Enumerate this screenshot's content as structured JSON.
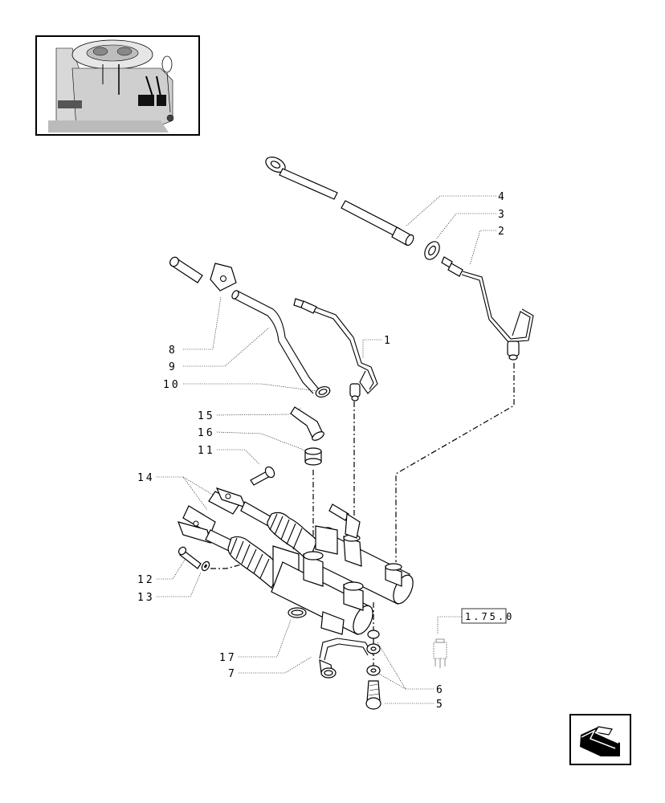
{
  "callouts": {
    "c1": "1",
    "c2": "2",
    "c3": "3",
    "c4": "4",
    "c5": "5",
    "c6": "6",
    "c7": "7",
    "c8": "8",
    "c9": "9",
    "c10": "10",
    "c11": "11",
    "c12": "12",
    "c13": "13",
    "c14": "14",
    "c15": "15",
    "c16": "16",
    "c17": "17"
  },
  "reference": "1.75.0",
  "icons": {
    "thumbnail": "tractor-pedal-location-thumbnail",
    "nav": "return-arrow-icon"
  }
}
